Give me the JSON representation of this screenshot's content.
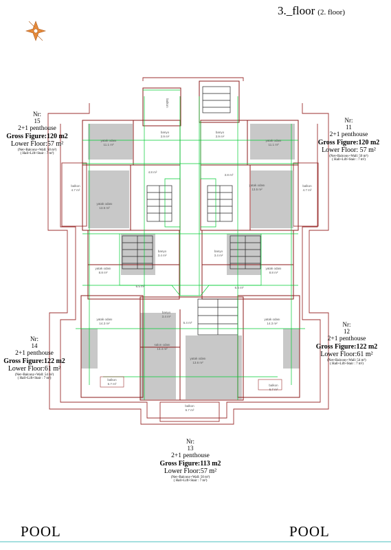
{
  "header": {
    "title": "3._floor",
    "subtitle": "(2. floor)"
  },
  "units": {
    "u15": {
      "nr": "Nr:",
      "number": "15",
      "type": "2+1 penthouse",
      "gross": "Gross Figure:120 m2",
      "lower": "Lower Floor:57 m²",
      "note1": "(Net+Balcony+Wall: 50 m²)",
      "note2": "( Hall+Lift+Stair : 7 m²)"
    },
    "u11": {
      "nr": "Nr:",
      "number": "11",
      "type": "2+1 penthouse",
      "gross": "Gross Figure:120 m2",
      "lower": "Lower Floor: 57 m²",
      "note1": "(Net+Balcony+Wall: 50 m²)",
      "note2": "( Hall+Lift+Stair : 7 m²)"
    },
    "u14": {
      "nr": "Nr:",
      "number": "14",
      "type": "2+1 penthouse",
      "gross": "Gross Figure:122 m2",
      "lower": "Lower Floor:61 m²",
      "note1": "(Net+Balcony+Wall: 54 m²)",
      "note2": "( Hall+Lift+Stair : 7 m²)"
    },
    "u12": {
      "nr": "Nr:",
      "number": "12",
      "type": "2+1 penthouse",
      "gross": "Gross Figure:122 m2",
      "lower": "Lower Floor:61 m²",
      "note1": "(Net+Balcony+Wall: 54 m²)",
      "note2": "( Hall+Lift+Stair : 7 m²)"
    },
    "u13": {
      "nr": "Nr:",
      "number": "13",
      "type": "2+1 penthouse",
      "gross": "Gross Figure:113 m2",
      "lower": "Lower Floor:57 m²",
      "note1": "(Net+Balcony+Wall: 50 m²)",
      "note2": "( Hall+Lift+Stair : 7 m²)"
    }
  },
  "rooms": {
    "r1": "banyo",
    "r1a": "3.9 m²",
    "r2": "banyo",
    "r2a": "3.9 m²",
    "r3": "yatak odası",
    "r3a": "11.1 m²",
    "r4": "yatak odası",
    "r4a": "11.1 m²",
    "r5": "4.8 m²",
    "r6": "3.8 m²",
    "r7": "balkon",
    "r7a": "4.7 m²",
    "r8": "balkon",
    "r8a": "4.7 m²",
    "r9": "yatak odası",
    "r9a": "13.5 m²",
    "r10": "yatak odası",
    "r10a": "13.5 m²",
    "r11": "banyo",
    "r11a": "3.4 m²",
    "r12": "banyo",
    "r12a": "3.4 m²",
    "r13": "yatak odası",
    "r13a": "8.8 m²",
    "r14": "yatak odası",
    "r14a": "8.8 m²",
    "r15": "6.5 m²",
    "r16": "6.5 m²",
    "r17": "banyo",
    "r17a": "3.4 m²",
    "r18": "5.4 m²",
    "r19": "yatak odası",
    "r19a": "14.3 m²",
    "r20": "yatak odası",
    "r20a": "14.3 m²",
    "r21": "salon odası",
    "r21a": "13.4 m²",
    "r22": "yatak odası",
    "r22a": "13.6 m²",
    "r23": "balkon",
    "r23a": "6.7 m²",
    "r24": "balkon",
    "r24a": "6.7 m²",
    "r25": "balkon",
    "r25a": "4.7 m²",
    "r26": "balkon",
    "r26a": "6.7 m²"
  },
  "pool": {
    "left": "POOL",
    "right": "POOL"
  },
  "colors": {
    "wall": "#8b1a1a",
    "grid": "#00cc33",
    "fill": "#c8c8c8",
    "outline": "#9b2f2f",
    "pool_line": "#6ecccc"
  }
}
